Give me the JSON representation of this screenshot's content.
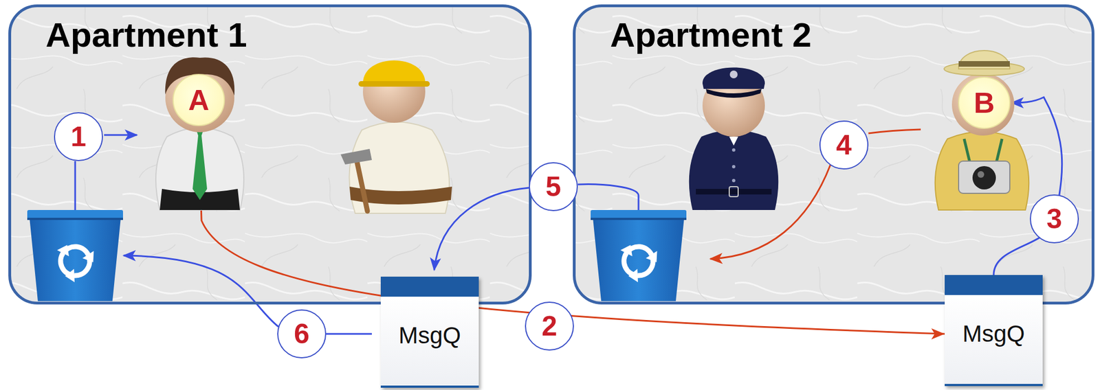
{
  "diagram": {
    "nodes": [
      {
        "text": [
          "Apartment 1"
        ]
      },
      {
        "text": [
          "A"
        ],
        "in": 0
      },
      {
        "text": [
          "Apartment 2"
        ]
      },
      {
        "text": [
          "B"
        ],
        "in": 2
      },
      {
        "text": [
          "MsgQ"
        ]
      },
      {
        "text": [
          "MsgQ"
        ]
      }
    ],
    "edges": [
      {
        "from": 1,
        "to": 5,
        "arrow": "to",
        "label": "2"
      },
      {
        "from": 5,
        "to": 3,
        "arrow": "to",
        "label": "3"
      }
    ],
    "labels": [
      "1",
      "4",
      "5",
      "6"
    ]
  }
}
